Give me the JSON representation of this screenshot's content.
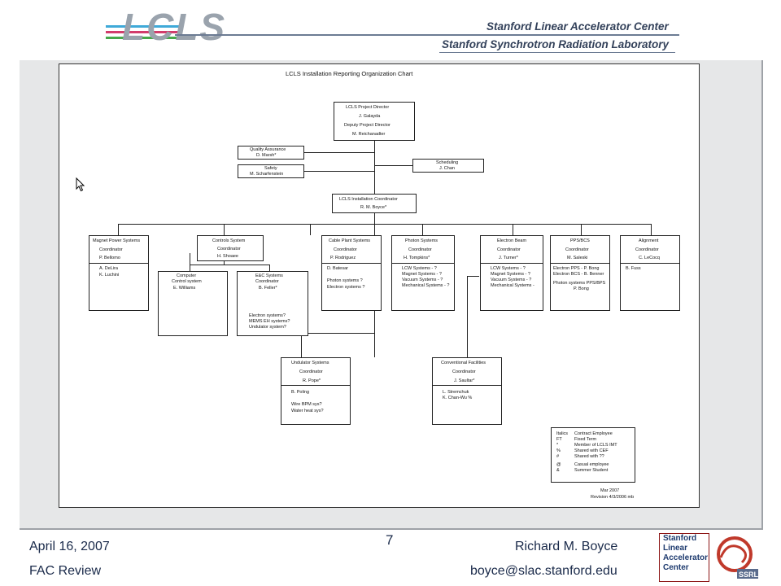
{
  "header": {
    "logo_text": "LCLS",
    "org_line1": "Stanford Linear Accelerator Center",
    "org_line2": "Stanford Synchrotron Radiation Laboratory"
  },
  "chart": {
    "title": "LCLS Installation Reporting Organization Chart",
    "director": {
      "title": "LCLS Project Director",
      "name": "J. Galayda",
      "deputy_title": "Deputy Project Director",
      "deputy_name": "M. Reichanadter"
    },
    "qa": {
      "title": "Quality Assurance",
      "name": "D. Marsh*"
    },
    "safety": {
      "title": "Safety",
      "name": "M. Scharfenstein"
    },
    "scheduling": {
      "title": "Scheduling",
      "name": "J. Chan"
    },
    "install": {
      "title": "LCLS Installation Coordinator",
      "name": "R. M. Boyce*"
    },
    "magnet": {
      "title": "Magnet Power Systems",
      "role": "Coordinator",
      "name": "P. Bellomo",
      "members": [
        "A. DeLira",
        "K. Luchini"
      ]
    },
    "controls": {
      "title": "Controls System",
      "role": "Coordinator",
      "name": "H. Shoaee"
    },
    "computer": {
      "title": "Computer",
      "line2": "Control system",
      "name": "E. Williams"
    },
    "ee": {
      "title": "E&C Systems",
      "role": "Coordinator",
      "name": "B. Feller*",
      "notes": [
        "Electron systems?",
        "MEMS EH systems?",
        "Undulator system?"
      ]
    },
    "cableplant": {
      "title": "Cable Plant Systems",
      "role": "Coordinator",
      "name": "P. Rodriguez",
      "members": [
        "D. Batesar",
        "Photon systems ?",
        "Electron systems ?"
      ]
    },
    "photon": {
      "title": "Photon Systems",
      "role": "Coordinator",
      "name": "H. Tompkins*",
      "members": [
        "LCW Systems - ?",
        "Magnet Systems - ?",
        "Vacuum Systems - ?",
        "Mechanical Systems - ?"
      ]
    },
    "electronbeam": {
      "title": "Electron Beam",
      "role": "Coordinator",
      "name": "J. Turner*",
      "members": [
        "LCW Systems - ?",
        "Magnet Systems - ?",
        "Vacuum Systems - ?",
        "Mechanical Systems -"
      ]
    },
    "pps": {
      "title": "PPS/BCS",
      "role": "Coordinator",
      "name": "M. Saleski",
      "members": [
        "Electron PPS - P. Bong",
        "Electron BCS - B. Benner",
        "Photon systems PPS/BPS",
        "P. Bong"
      ]
    },
    "alignment": {
      "title": "Alignment",
      "role": "Coordinator",
      "name": "C. LeCocq",
      "members": [
        "B. Fuss"
      ]
    },
    "undulator": {
      "title": "Undulator Systems",
      "role": "Coordinator",
      "name": "R. Pope*",
      "members": [
        "B. Poling",
        "Wire BPM sys?",
        "Water heat sys?"
      ]
    },
    "conventional": {
      "title": "Conventional Facilities",
      "role": "Coordinator",
      "name": "J. Saultar*",
      "members": [
        "L. Stremchuk",
        "K. Chan-Wu %"
      ]
    },
    "legend": [
      {
        "sym": "Italics",
        "desc": "Contract Employee"
      },
      {
        "sym": "FT",
        "desc": "Fixed Term"
      },
      {
        "sym": "*",
        "desc": "Member of LCLS IMT"
      },
      {
        "sym": "%",
        "desc": "Shared with CEF"
      },
      {
        "sym": "#",
        "desc": "Shared with ??"
      },
      {
        "sym": "@",
        "desc": "Casual employee"
      },
      {
        "sym": "&",
        "desc": "Summer Student"
      }
    ],
    "date": "Mar 2007",
    "revision": "Revision 4/3/2006 mb"
  },
  "footer": {
    "date": "April 16, 2007",
    "event": "FAC Review",
    "page": "7",
    "author": "Richard M. Boyce",
    "email": "boyce@slac.stanford.edu"
  },
  "logos": {
    "slac_lines": [
      "Stanford",
      "Linear",
      "Accelerator",
      "Center"
    ],
    "ssrl": "SSRL"
  }
}
